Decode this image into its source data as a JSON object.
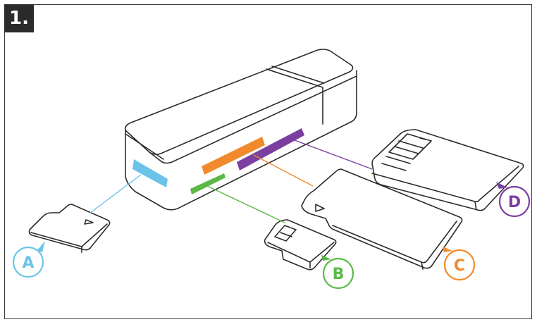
{
  "step": {
    "label": "1."
  },
  "callouts": [
    {
      "id": "A",
      "letter": "A",
      "color": "#6cc3e8"
    },
    {
      "id": "B",
      "letter": "B",
      "color": "#5cb947"
    },
    {
      "id": "C",
      "letter": "C",
      "color": "#f08a2c"
    },
    {
      "id": "D",
      "letter": "D",
      "color": "#7b3fa0"
    }
  ],
  "colors": {
    "outline": "#2b2b2b",
    "slot_sd": "#7b3fa0",
    "slot_ms": "#f08a2c",
    "slot_microsd": "#5cb947",
    "slot_m2": "#6cc3e8"
  }
}
